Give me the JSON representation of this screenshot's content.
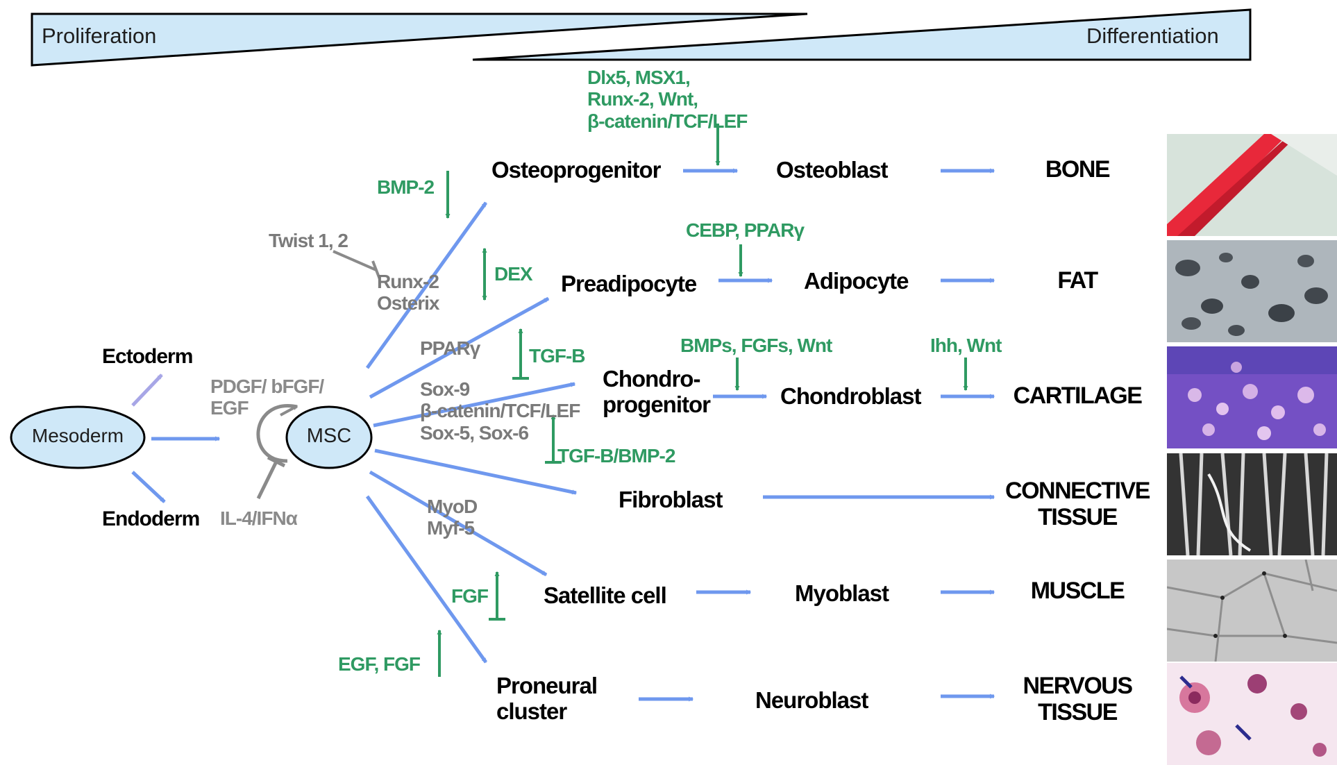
{
  "header": {
    "proliferation": "Proliferation",
    "differentiation": "Differentiation"
  },
  "origin": {
    "mesoderm": "Mesoderm",
    "ectoderm": "Ectoderm",
    "endoderm": "Endoderm",
    "msc": "MSC"
  },
  "factors": {
    "pdgf": [
      "PDGF/ bFGF/",
      "EGF"
    ],
    "il4": "IL-4/IFNα",
    "twist": "Twist 1, 2",
    "runx2_osterix": [
      "Runx-2",
      "Osterix"
    ],
    "bmp2": "BMP-2",
    "dex": "DEX",
    "pparg": "PPARγ",
    "tgfb": "TGF-B",
    "sox": [
      "Sox-9",
      "β-catenin/TCF/LEF",
      "Sox-5, Sox-6"
    ],
    "tgfb_bmp2": "TGF-B/BMP-2",
    "myod": [
      "MyoD",
      "Myf-5"
    ],
    "fgf": "FGF",
    "egf_fgf": "EGF, FGF",
    "dlx5": [
      "Dlx5, MSX1,",
      "Runx-2, Wnt,",
      "β-catenin/TCF/LEF"
    ],
    "cebp": "CEBP, PPARγ",
    "bmps": "BMPs, FGFs, Wnt",
    "ihh": "Ihh, Wnt"
  },
  "lineages": [
    {
      "progenitor": [
        "Osteoprogenitor"
      ],
      "intermediate": "Osteoblast",
      "tissue": [
        "BONE"
      ]
    },
    {
      "progenitor": [
        "Preadipocyte"
      ],
      "intermediate": "Adipocyte",
      "tissue": [
        "FAT"
      ]
    },
    {
      "progenitor": [
        "Chondro-",
        "progenitor"
      ],
      "intermediate": "Chondroblast",
      "tissue": [
        "CARTILAGE"
      ]
    },
    {
      "progenitor": [
        "Fibroblast"
      ],
      "intermediate": "",
      "tissue": [
        "CONNECTIVE",
        "TISSUE"
      ]
    },
    {
      "progenitor": [
        "Satellite cell"
      ],
      "intermediate": "Myoblast",
      "tissue": [
        "MUSCLE"
      ]
    },
    {
      "progenitor": [
        "Proneural",
        "cluster"
      ],
      "intermediate": "Neuroblast",
      "tissue": [
        "NERVOUS",
        "TISSUE"
      ]
    }
  ],
  "colors": {
    "arrow_blue": "#6f98ee",
    "factor_green": "#2f9a62",
    "inhibitor_gray": "#8a8a8a",
    "header_fill": "#cfe8f8",
    "cell_fill": "#cfe8f8"
  },
  "tile_icons": [
    "bone-histology-image",
    "fat-histology-image",
    "cartilage-histology-image",
    "connective-tissue-image",
    "muscle-histology-image",
    "nervous-tissue-image"
  ]
}
